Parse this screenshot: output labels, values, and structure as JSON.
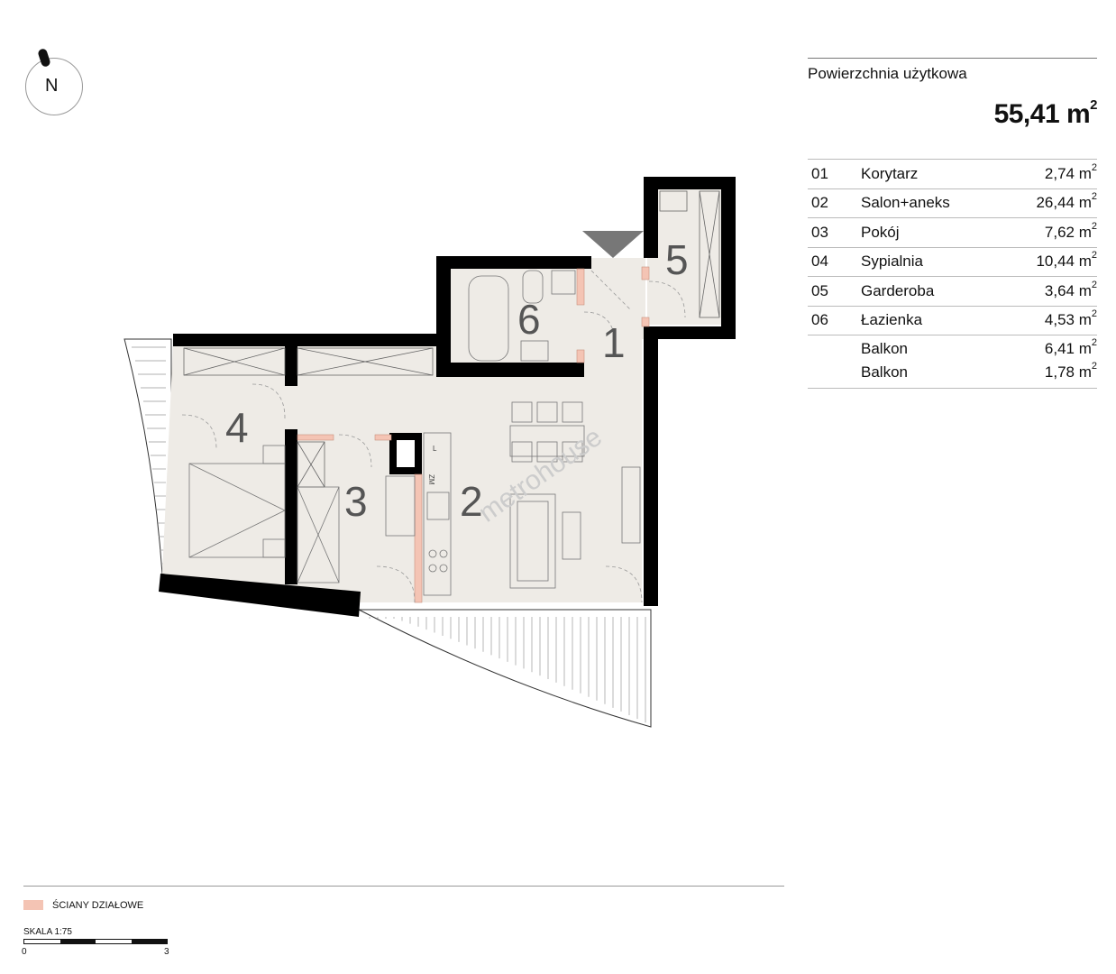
{
  "compass": {
    "letter": "N"
  },
  "usable": {
    "label": "Powierzchnia użytkowa",
    "value": "55,41 m",
    "unit_sup": "2"
  },
  "rooms": [
    {
      "num": "01",
      "name": "Korytarz",
      "area": "2,74 m",
      "sup": "2"
    },
    {
      "num": "02",
      "name": "Salon+aneks",
      "area": "26,44 m",
      "sup": "2"
    },
    {
      "num": "03",
      "name": "Pokój",
      "area": "7,62 m",
      "sup": "2"
    },
    {
      "num": "04",
      "name": "Sypialnia",
      "area": "10,44 m",
      "sup": "2"
    },
    {
      "num": "05",
      "name": "Garderoba",
      "area": "3,64 m",
      "sup": "2"
    },
    {
      "num": "06",
      "name": "Łazienka",
      "area": "4,53 m",
      "sup": "2"
    }
  ],
  "balconies": [
    {
      "name": "Balkon",
      "area": "6,41 m",
      "sup": "2"
    },
    {
      "name": "Balkon",
      "area": "1,78 m",
      "sup": "2"
    }
  ],
  "plan": {
    "room_numbers": [
      "1",
      "2",
      "3",
      "4",
      "5",
      "6"
    ],
    "watermark": "metrohouse",
    "kitchen_labels": {
      "l": "L",
      "zm": "ZM"
    }
  },
  "legend": {
    "text": "ŚCIANY DZIAŁOWE",
    "swatch_color": "#f4c4b4"
  },
  "scale": {
    "label": "SKALA 1:75",
    "start": "0",
    "end": "3"
  },
  "colors": {
    "wall": "#000000",
    "floor": "#eeebe6",
    "partition": "#f4c4b4"
  }
}
